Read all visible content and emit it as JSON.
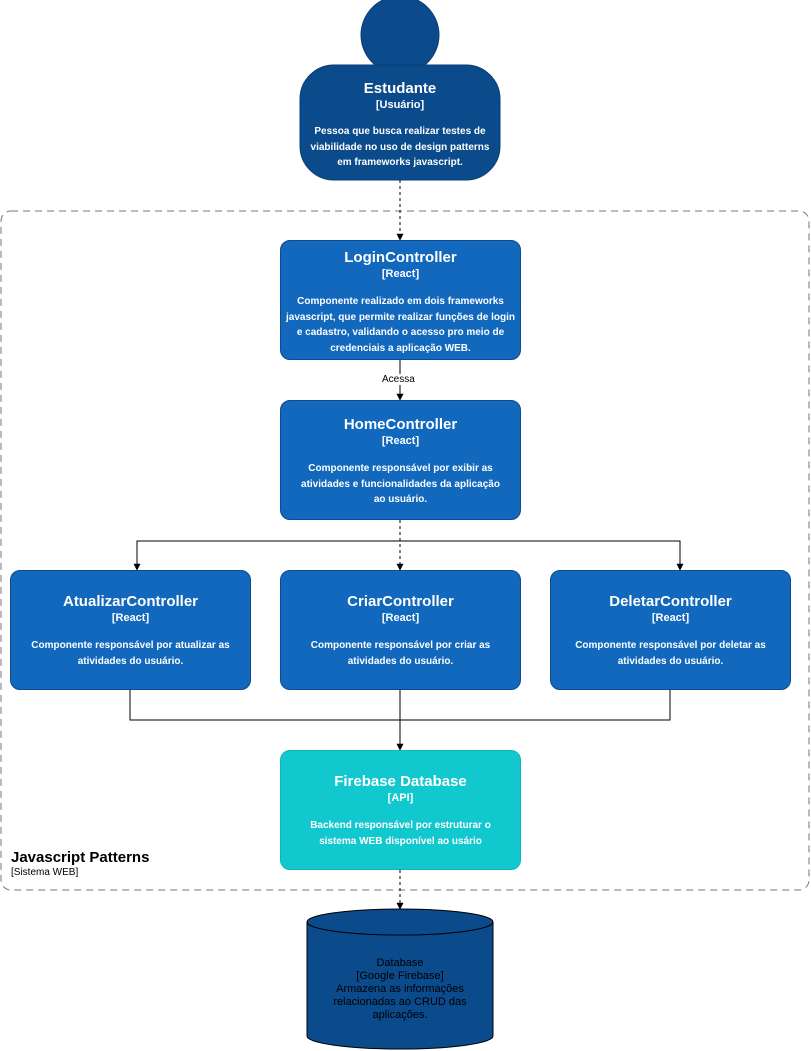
{
  "colors": {
    "dark": "#0b4a8b",
    "component": "#1168bd",
    "api": "#12c8cf",
    "db": "#0b4a8b"
  },
  "person": {
    "name": "Estudante",
    "tech": "[Usuário]",
    "description": "Pessoa que busca realizar testes de viabilidade no uso de design patterns em frameworks javascript."
  },
  "boundary": {
    "title": "Javascript Patterns",
    "subtitle": "[Sistema WEB]"
  },
  "components": {
    "login": {
      "name": "LoginController",
      "tech": "[React]",
      "description": "Componente realizado em dois frameworks javascript, que permite realizar funções de login e cadastro, validando o acesso pro meio de credenciais a aplicação WEB."
    },
    "home": {
      "name": "HomeController",
      "tech": "[React]",
      "description": "Componente responsável por exibir as atividades e funcionalidades da aplicação ao usuário."
    },
    "atualizar": {
      "name": "AtualizarController",
      "tech": "[React]",
      "description": "Componente responsável por atualizar as atividades do usuário."
    },
    "criar": {
      "name": "CriarController",
      "tech": "[React]",
      "description": "Componente responsável por criar as atividades do usuário."
    },
    "deletar": {
      "name": "DeletarController",
      "tech": "[React]",
      "description": "Componente responsável por deletar as atividades do usuário."
    },
    "firebase": {
      "name": "Firebase Database",
      "tech": "[API]",
      "description": "Backend responsável por estruturar o sistema WEB disponível ao usário"
    }
  },
  "edges": {
    "login_to_home": "Acessa"
  },
  "database": {
    "name": "Database",
    "tech": "[Google Firebase]",
    "description": "Armazena as informações relacionadas ao CRUD das aplicações."
  }
}
